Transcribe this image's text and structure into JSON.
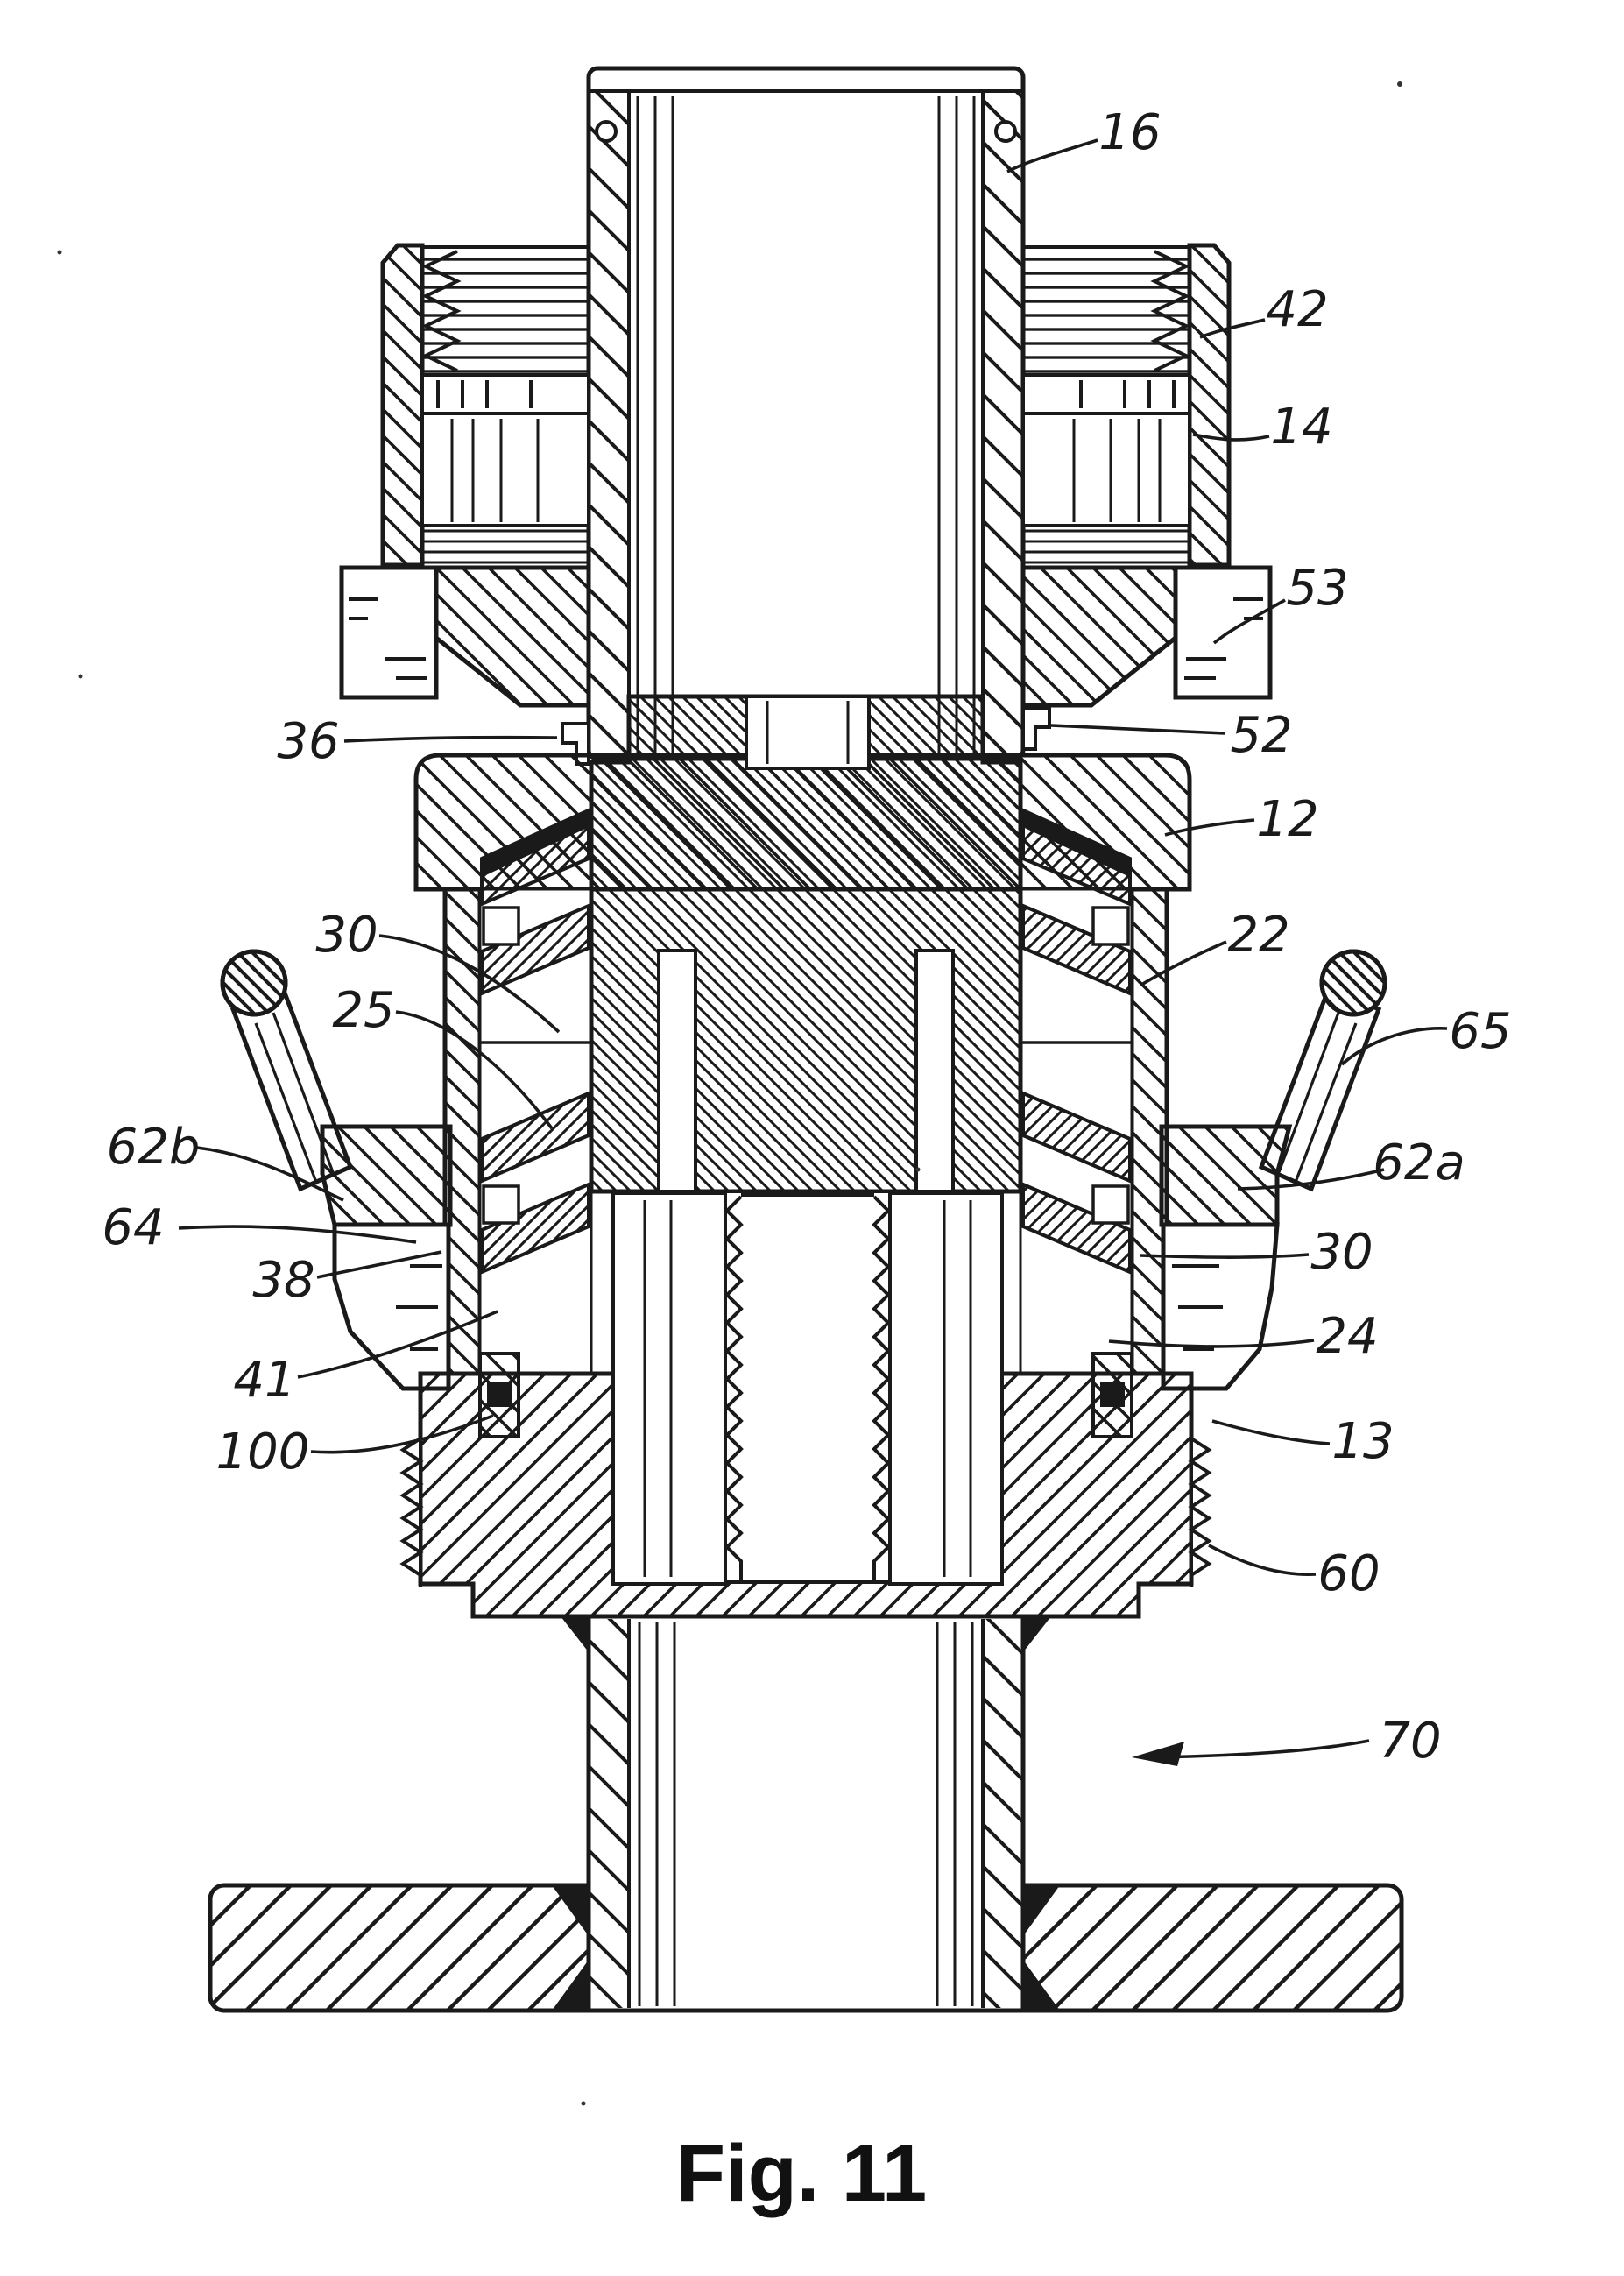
{
  "figure": {
    "caption": "Fig. 11"
  },
  "colors": {
    "background": "#ffffff",
    "ink": "#1a1a1a"
  },
  "reference_labels": [
    {
      "text": "16"
    },
    {
      "text": "42"
    },
    {
      "text": "14"
    },
    {
      "text": "53"
    },
    {
      "text": "36"
    },
    {
      "text": "52"
    },
    {
      "text": "12"
    },
    {
      "text": "22"
    },
    {
      "text": "30"
    },
    {
      "text": "25"
    },
    {
      "text": "65"
    },
    {
      "text": "62b"
    },
    {
      "text": "64"
    },
    {
      "text": "38"
    },
    {
      "text": "41"
    },
    {
      "text": "100"
    },
    {
      "text": "62a"
    },
    {
      "text": "30"
    },
    {
      "text": "24"
    },
    {
      "text": "13"
    },
    {
      "text": "60"
    },
    {
      "text": "70"
    }
  ]
}
